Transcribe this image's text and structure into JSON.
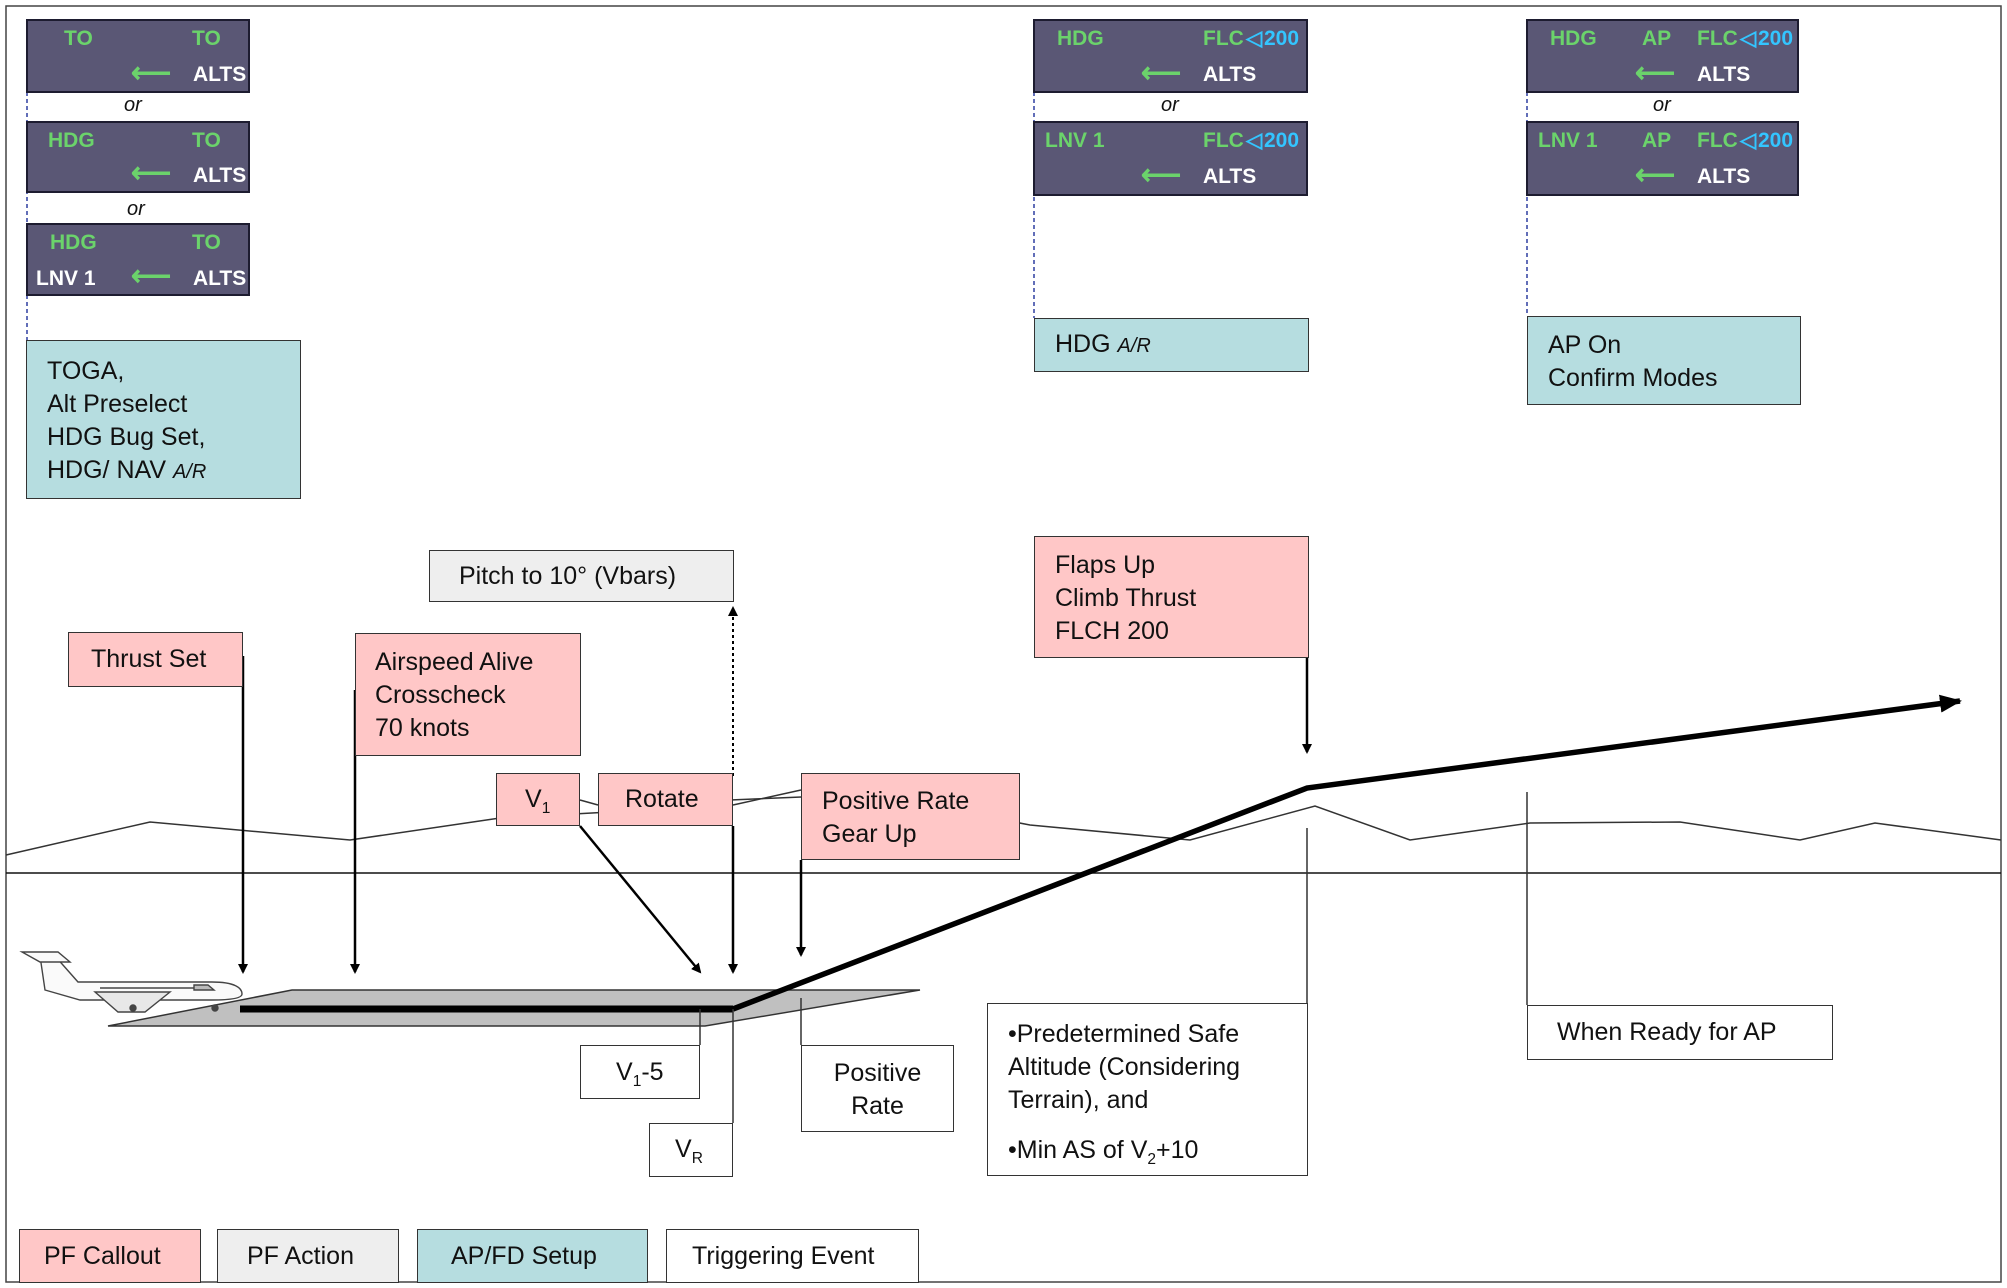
{
  "fma_groups": [
    {
      "options": [
        {
          "lateral": "TO",
          "vertical": "TO",
          "armed_lateral": "",
          "armed": "ALTS"
        },
        {
          "lateral": "HDG",
          "vertical": "TO",
          "armed_lateral": "",
          "armed": "ALTS"
        },
        {
          "lateral": "HDG",
          "vertical": "TO",
          "armed_lateral": "LNV 1",
          "armed": "ALTS"
        }
      ],
      "separator": "or"
    },
    {
      "options": [
        {
          "lateral": "HDG",
          "vertical": "FLC",
          "speed": "200",
          "armed": "ALTS"
        },
        {
          "lateral": "LNV 1",
          "vertical": "FLC",
          "speed": "200",
          "armed": "ALTS"
        }
      ],
      "separator": "or"
    },
    {
      "options": [
        {
          "lateral": "HDG",
          "ap": "AP",
          "vertical": "FLC",
          "speed": "200",
          "armed": "ALTS"
        },
        {
          "lateral": "LNV 1",
          "ap": "AP",
          "vertical": "FLC",
          "speed": "200",
          "armed": "ALTS"
        }
      ],
      "separator": "or"
    }
  ],
  "apfd_setup": {
    "takeoff": {
      "lines": [
        "TOGA,",
        "Alt Preselect",
        "HDG Bug Set,"
      ],
      "last_prefix": "HDG/ NAV ",
      "last_italic": "A/R"
    },
    "climb": {
      "prefix": "HDG ",
      "italic": "A/R"
    },
    "ap": {
      "lines": [
        "AP On",
        "Confirm Modes"
      ]
    }
  },
  "pf_callouts": {
    "thrust_set": "Thrust Set",
    "airspeed": [
      "Airspeed Alive",
      "Crosscheck",
      "70 knots"
    ],
    "v1": {
      "main": "V",
      "sub": "1"
    },
    "rotate": "Rotate",
    "positive_rate": [
      "Positive Rate",
      "Gear Up"
    ],
    "flaps_up": [
      "Flaps Up",
      "Climb Thrust",
      "FLCH 200"
    ]
  },
  "pf_action": {
    "pitch": "Pitch to 10° (Vbars)"
  },
  "triggers": {
    "v1_minus_5": {
      "main": "V",
      "sub": "1",
      "suffix": "-5"
    },
    "vr": {
      "main": "V",
      "sub": "R"
    },
    "positive_rate": [
      "Positive",
      "Rate"
    ],
    "safe_altitude": {
      "lines": [
        "•Predetermined Safe",
        "Altitude (Considering",
        "Terrain), and"
      ],
      "last_prefix": "•Min AS of V",
      "last_sub": "2",
      "last_suffix": "+10"
    },
    "ready_ap": "When Ready for AP"
  },
  "legend": [
    {
      "label": "PF Callout",
      "color": "#ffc7c7"
    },
    {
      "label": "PF Action",
      "color": "#eeeeee"
    },
    {
      "label": "AP/FD Setup",
      "color": "#b6dde0"
    },
    {
      "label": "Triggering Event",
      "color": "#ffffff"
    }
  ],
  "colors": {
    "fma_background": "#5a5775",
    "fma_active": "#6bd36b",
    "fma_armed": "#ffffff",
    "fma_speed": "#33c5ff"
  }
}
